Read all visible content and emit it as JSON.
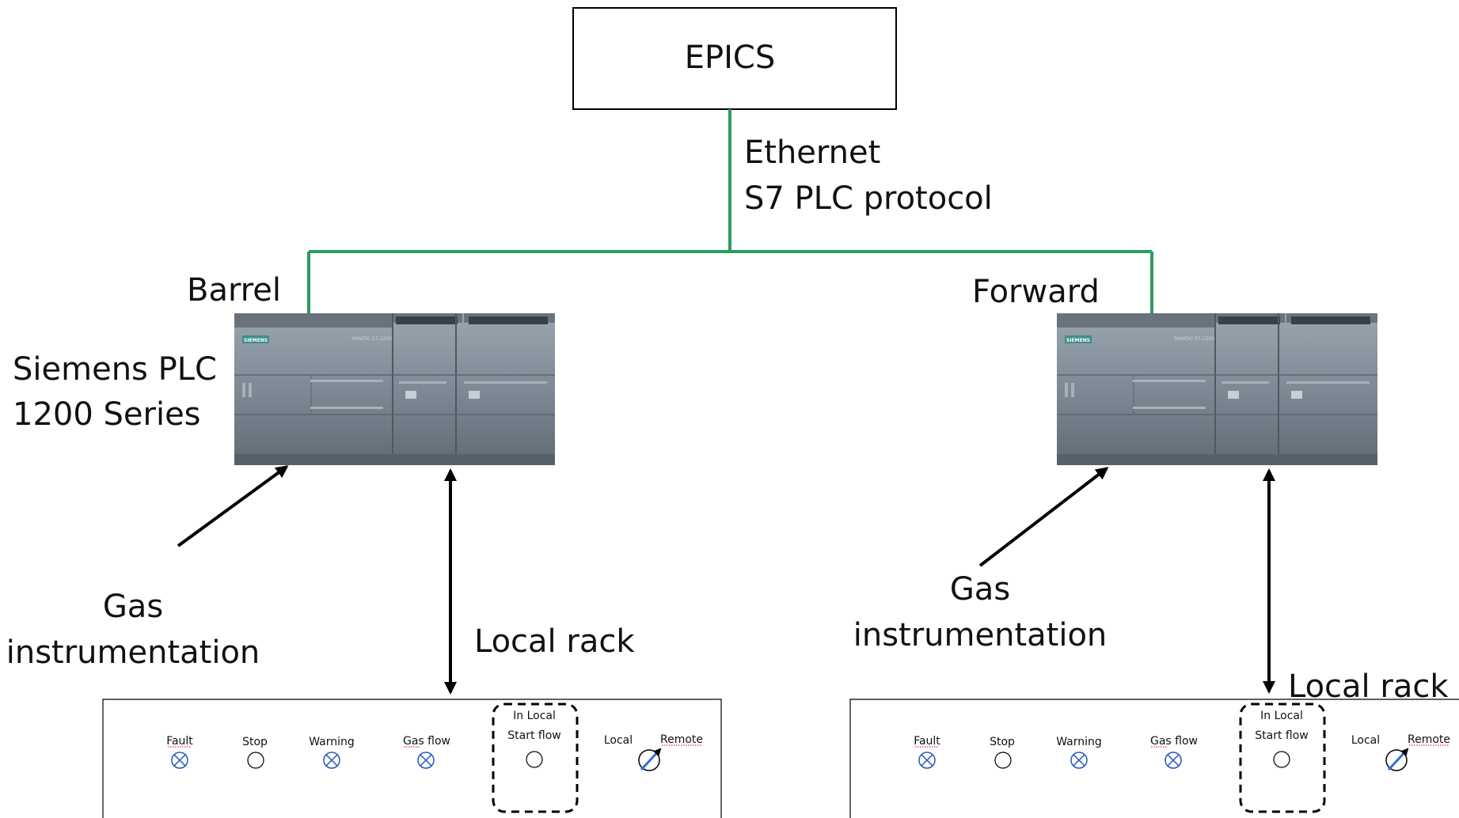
{
  "epics": {
    "label": "EPICS"
  },
  "link": {
    "line1": "Ethernet",
    "line2": "S7 PLC protocol",
    "color": "#2e9c5e"
  },
  "plc": {
    "type_line1": "Siemens PLC",
    "type_line2": "1200 Series",
    "brand": "SIEMENS",
    "model": "SIMATIC S7-1200"
  },
  "barrel": {
    "title": "Barrel",
    "gas_line1": "Gas",
    "gas_line2": "instrumentation",
    "local_rack": "Local rack",
    "panel": {
      "fault": "Fault",
      "stop": "Stop",
      "warning": "Warning",
      "gas_flow": "Gas flow",
      "in_local": "In Local",
      "start_flow": "Start flow",
      "local": "Local",
      "remote": "Remote"
    }
  },
  "forward": {
    "title": "Forward",
    "gas_line1": "Gas",
    "gas_line2": "instrumentation",
    "local_rack": "Local rack",
    "panel": {
      "fault": "Fault",
      "stop": "Stop",
      "warning": "Warning",
      "gas_flow": "Gas flow",
      "in_local": "In Local",
      "start_flow": "Start flow",
      "local": "Local",
      "remote": "Remote"
    }
  },
  "colors": {
    "plc_body": "#7a8793",
    "indicator_x": "#2456b8",
    "switch_arrow": "#2f6fd6"
  }
}
